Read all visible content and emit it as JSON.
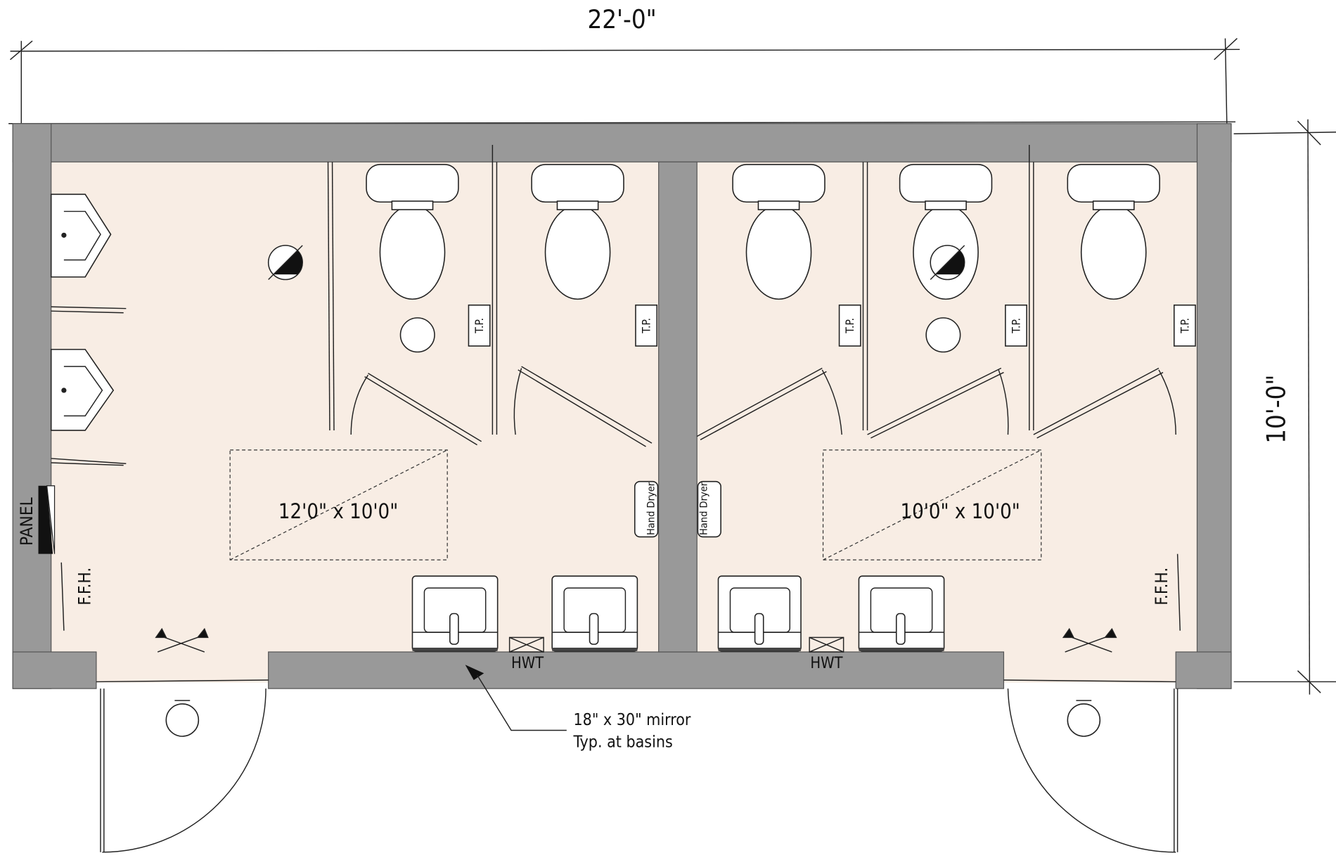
{
  "dimensions": {
    "width_label": "22'-0\"",
    "depth_label": "10'-0\""
  },
  "rooms": [
    {
      "area_label": "12'0\" x 10'0\""
    },
    {
      "area_label": "10'0\" x 10'0\""
    }
  ],
  "labels": {
    "panel": "PANEL",
    "ffh": "F.F.H.",
    "tp": "T.P.",
    "hand_dryer": "Hand Dryer",
    "hwt": "HWT",
    "mirror_note_line1": "18\" x 30\" mirror",
    "mirror_note_line2": "Typ. at basins"
  },
  "colors": {
    "wall": "#999999",
    "floor": "#f8ede4"
  }
}
